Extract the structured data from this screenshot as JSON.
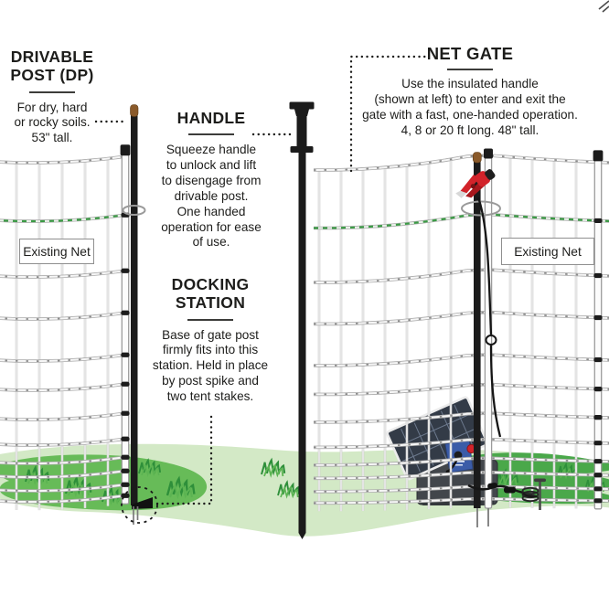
{
  "labels": {
    "drivable_post": {
      "title": "DRIVABLE\nPOST (DP)",
      "body": "For dry, hard\nor rocky soils.\n53\" tall."
    },
    "handle": {
      "title": "HANDLE",
      "body": "Squeeze handle\nto unlock and lift\nto disengage from\ndrivable post.\nOne handed\noperation for ease\nof use."
    },
    "docking_station": {
      "title": "DOCKING\nSTATION",
      "body": "Base of gate post\nfirmly fits into this\nstation. Held in place\nby post spike and\ntwo tent stakes."
    },
    "net_gate": {
      "title": "NET GATE",
      "body": "Use the insulated handle\n(shown at left) to enter and exit the\ngate with a fast, one-handed operation.\n4, 8 or 20 ft long. 48\" tall."
    },
    "existing_net_left": "Existing Net",
    "existing_net_right": "Existing Net"
  },
  "colors": {
    "text": "#1d1d1b",
    "post_black": "#1b1b1b",
    "tip_brown": "#8a5a2a",
    "clip_red": "#d2232a",
    "clip_red_dark": "#a8181d",
    "green_wire": "#3a9a44",
    "grass_light": "#d3e9c6",
    "grass_mid": "#67bb58",
    "grass_dark": "#4aa84a",
    "tuft_dark": "#2e8f3a",
    "tuft_light": "#5cb452",
    "energizer_body": "#42464b",
    "energizer_panel": "#333b47",
    "energizer_blue": "#3b5ca8",
    "wire_shadow": "#ababab",
    "wire_light": "#f6f6f6",
    "wire_fleck": "#8b8b8b",
    "string": "#cfcfcf"
  }
}
